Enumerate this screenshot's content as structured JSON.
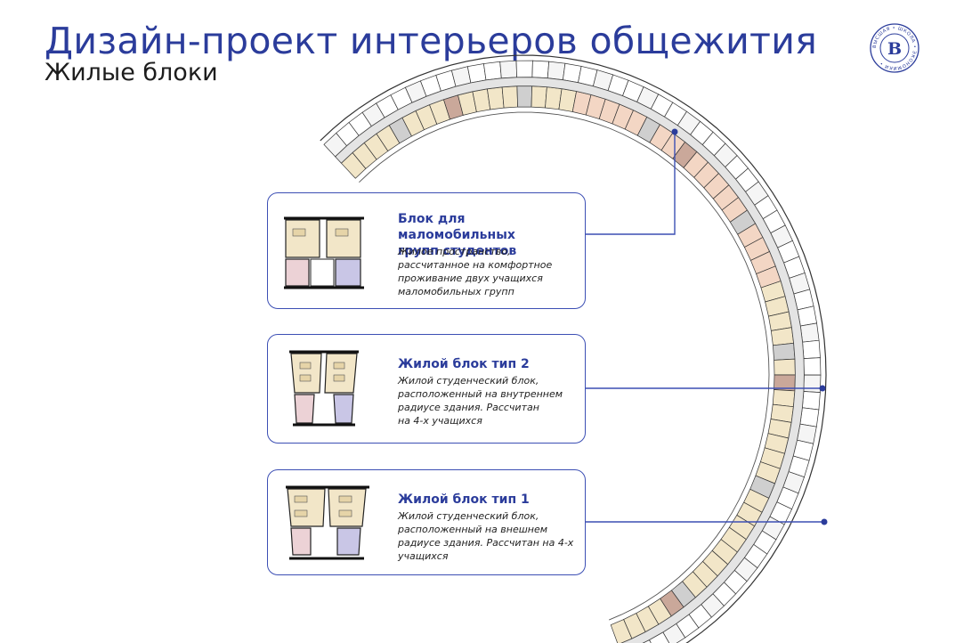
{
  "header": {
    "title": "Дизайн-проект интерьеров общежития",
    "subtitle": "Жилые блоки"
  },
  "logo": {
    "ring_text": "ВЫСШАЯ • ШКОЛА • ЭКОНОМИКИ •",
    "monogram": "В"
  },
  "cards": [
    {
      "title_line1": "Блок для маломобильных",
      "title_line2": "групп студентов",
      "desc_lines": [
        "Жилое пространство,",
        "рассчитанное на комфортное",
        "проживание двух учащихся",
        "маломобильных групп"
      ]
    },
    {
      "title_line1": "Жилой блок тип 2",
      "desc_lines": [
        "Жилой студенческий блок,",
        "расположенный на внутреннем",
        "радиусе здания. Рассчитан",
        "на 4-х учащихся"
      ]
    },
    {
      "title_line1": "Жилой блок тип 1",
      "desc_lines": [
        "Жилой студенческий блок,",
        "расположенный на внешнем",
        "радиусе здания. Рассчитан на 4-х",
        "учащихся"
      ]
    }
  ],
  "colors": {
    "accent": "#2b3c9b",
    "room_beige": "#f2e6c8",
    "room_peach": "#f3d6c4",
    "room_lilac": "#c9c6e6",
    "room_pink": "#ecd2d6",
    "corridor": "#cfcfcf",
    "stair_brown": "#caa89a"
  }
}
